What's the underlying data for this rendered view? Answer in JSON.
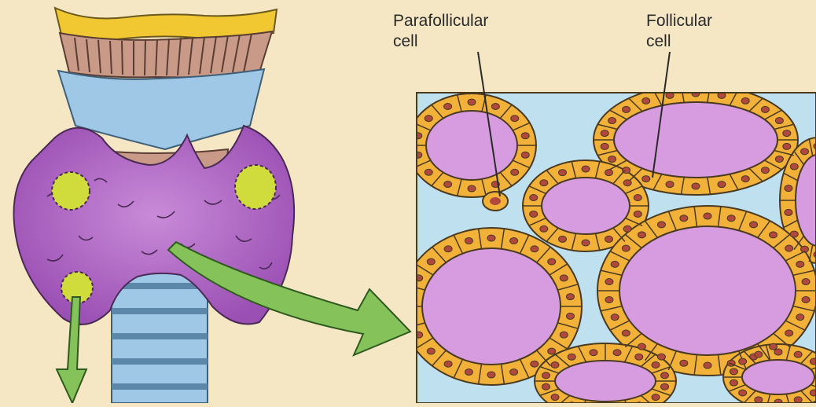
{
  "labels": {
    "parafollicular": {
      "line1": "Parafollicular",
      "line2": "cell"
    },
    "follicular": {
      "line1": "Follicular",
      "line2": "cell"
    }
  },
  "colors": {
    "background": "#f6e7c4",
    "gland": "#b06ac8",
    "colloid": "#d79be0",
    "cell": "#f2b23a",
    "nucleus": "#b0483e",
    "connective_tissue": "#bfe0ee",
    "cartilage": "#9fc8e6",
    "hyoid": "#f2c832",
    "arrow": "#86c25a",
    "parathyroid_spot": "#cfdc3c"
  }
}
